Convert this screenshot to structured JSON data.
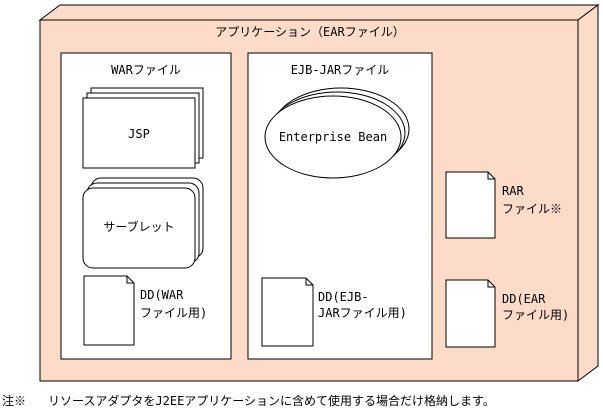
{
  "ear": {
    "title": "アプリケーション（EARファイル）"
  },
  "war": {
    "title": "WARファイル",
    "jsp": "JSP",
    "servlet": "サーブレット",
    "dd_line1": "DD(WAR",
    "dd_line2": "ファイル用)"
  },
  "ejb": {
    "title": "EJB-JARファイル",
    "bean": "Enterprise Bean",
    "dd_line1": "DD(EJB-",
    "dd_line2": "JARファイル用)"
  },
  "rar": {
    "line1": "RAR",
    "line2": "ファイル※"
  },
  "ear_dd": {
    "line1": "DD(EAR",
    "line2": "ファイル用)"
  },
  "footnote": {
    "mark": "注※",
    "text": "リソースアダプタをJ2EEアプリケーションに含めて使用する場合だけ格納します。"
  },
  "colors": {
    "ear_fill": "#fcdcc8",
    "box_fill": "#ffffff",
    "stroke": "#000000"
  }
}
